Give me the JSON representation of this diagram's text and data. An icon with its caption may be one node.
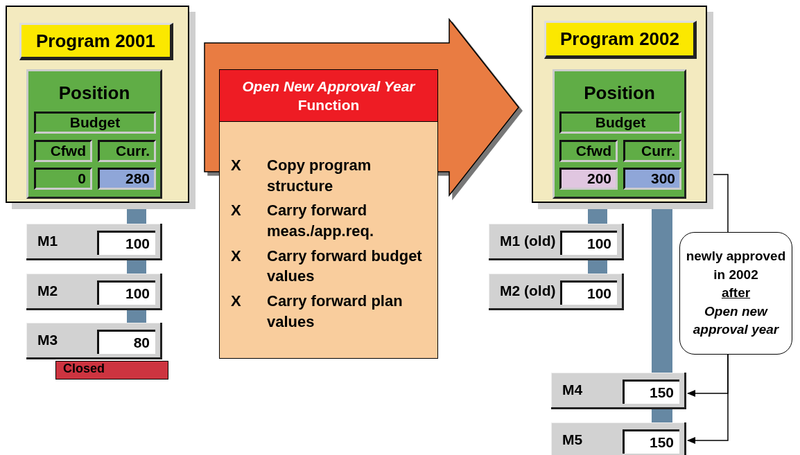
{
  "diagram": {
    "nodes": [
      {
        "text": [],
        "shape": "box"
      },
      {
        "text": [
          "Program 2001"
        ],
        "in": 0
      },
      {
        "text": [
          "Position"
        ],
        "in": 0
      },
      {
        "text": [
          "Budget"
        ],
        "in": 2
      },
      {
        "text": [
          "Cfwd"
        ],
        "in": 2
      },
      {
        "text": [
          "Curr."
        ],
        "in": 2
      },
      {
        "text": [
          "0"
        ],
        "in": 2
      },
      {
        "text": [
          "280"
        ],
        "in": 2
      },
      {
        "text": [
          "M1",
          "100"
        ]
      },
      {
        "text": [
          "M2",
          "100"
        ]
      },
      {
        "text": [
          "M3",
          "80"
        ]
      },
      {
        "text": [
          "Closed"
        ]
      },
      {
        "text": [
          "*Open New Approval Year* Function"
        ]
      },
      {
        "text": [
          "X",
          "Copy program structure",
          "X",
          "Carry forward meas./app.req.",
          "X",
          "Carry forward budget values",
          "X",
          "Carry forward plan values"
        ]
      },
      {
        "text": [],
        "shape": "box"
      },
      {
        "text": [
          "Program 2002"
        ],
        "in": 14
      },
      {
        "text": [
          "Position"
        ],
        "in": 14
      },
      {
        "text": [
          "Budget"
        ],
        "in": 16
      },
      {
        "text": [
          "Cfwd"
        ],
        "in": 16
      },
      {
        "text": [
          "Curr."
        ],
        "in": 16
      },
      {
        "text": [
          "200"
        ],
        "in": 16
      },
      {
        "text": [
          "300"
        ],
        "in": 16
      },
      {
        "text": [
          "M1 (old)",
          "100"
        ]
      },
      {
        "text": [
          "M2 (old)",
          "100"
        ]
      },
      {
        "text": [
          "newly approved in 2002",
          "after",
          "Open new approval year"
        ]
      },
      {
        "text": [
          "M4",
          "150"
        ]
      },
      {
        "text": [
          "M5",
          "150"
        ]
      }
    ],
    "edges": [
      {
        "from": 0,
        "to": 8,
        "arrow": "none",
        "color": "#6688a3"
      },
      {
        "from": 8,
        "to": 9,
        "arrow": "none",
        "color": "#6688a3"
      },
      {
        "from": 9,
        "to": 10,
        "arrow": "none",
        "color": "#6688a3"
      },
      {
        "from": 0,
        "to": 14,
        "arrow": "to",
        "style": "thick",
        "color": "#e97c42"
      },
      {
        "from": 14,
        "to": 22,
        "arrow": "none",
        "color": "#6688a3"
      },
      {
        "from": 22,
        "to": 23,
        "arrow": "none",
        "color": "#6688a3"
      },
      {
        "from": 14,
        "to": 25,
        "arrow": "none",
        "color": "#6688a3"
      },
      {
        "from": 25,
        "to": 26,
        "arrow": "none",
        "color": "#6688a3"
      },
      {
        "from": 24,
        "to": 21,
        "arrow": "to",
        "color": "#000000"
      },
      {
        "from": 24,
        "to": 25,
        "arrow": "to",
        "color": "#000000"
      },
      {
        "from": 24,
        "to": 26,
        "arrow": "to",
        "color": "#000000"
      }
    ]
  }
}
